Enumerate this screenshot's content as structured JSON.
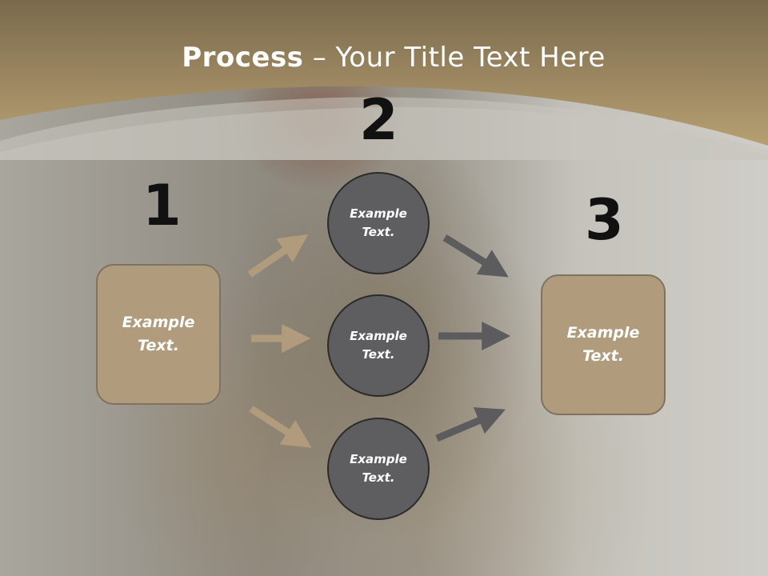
{
  "slide": {
    "title_bold": "Process",
    "title_rest": " – Your Title Text Here"
  },
  "diagram": {
    "steps": [
      {
        "number": "1",
        "label": "Example Text."
      },
      {
        "number": "2",
        "nodes": [
          "Example Text.",
          "Example Text.",
          "Example Text."
        ]
      },
      {
        "number": "3",
        "label": "Example Text."
      }
    ]
  },
  "colors": {
    "header": "#9c8763",
    "box_fill": "#b09c7c",
    "circle_fill": "#5e5e60",
    "arrow_left": "#b09c7c",
    "arrow_right": "#5c5c5e"
  }
}
